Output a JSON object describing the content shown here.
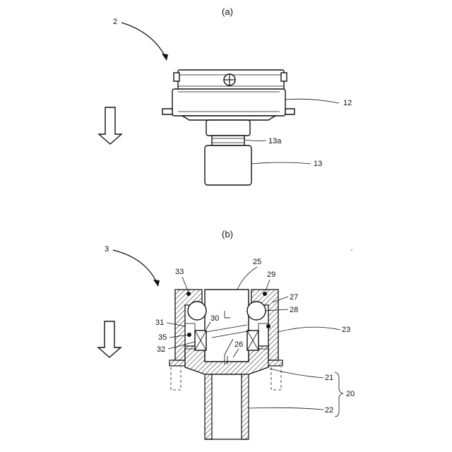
{
  "figure_a": {
    "caption": "(a)",
    "labels": {
      "assembly": "2",
      "flange": "12",
      "groove": "13a",
      "nozzle": "13"
    }
  },
  "figure_b": {
    "caption": "(b)",
    "labels": {
      "assembly": "3",
      "l33": "33",
      "l25": "25",
      "l29": "29",
      "l27": "27",
      "l28": "28",
      "l31": "31",
      "l30": "30",
      "l35": "35",
      "l23": "23",
      "l26": "26",
      "l32": "32",
      "l21": "21",
      "l20": "20",
      "l22": "22"
    }
  }
}
